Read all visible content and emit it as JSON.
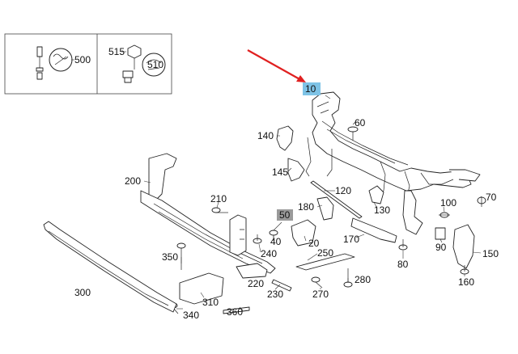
{
  "callouts": {
    "p500": "500",
    "p515": "515",
    "p510": "510",
    "p10": "10",
    "p60": "60",
    "p140": "140",
    "p145": "145",
    "p200": "200",
    "p120": "120",
    "p210": "210",
    "p180": "180",
    "p100": "100",
    "p70": "70",
    "p50": "50",
    "p130": "130",
    "p40": "40",
    "p20": "20",
    "p170": "170",
    "p90": "90",
    "p350": "350",
    "p240": "240",
    "p250": "250",
    "p80": "80",
    "p150": "150",
    "p300": "300",
    "p220": "220",
    "p280": "280",
    "p160": "160",
    "p230": "230",
    "p270": "270",
    "p310": "310",
    "p360": "360",
    "p340": "340"
  },
  "colors": {
    "highlight_primary": "#7ec3e6",
    "highlight_secondary": "#9a9a9a",
    "arrow": "#e02020",
    "line": "#222222"
  },
  "highlighted": [
    "10",
    "50"
  ]
}
